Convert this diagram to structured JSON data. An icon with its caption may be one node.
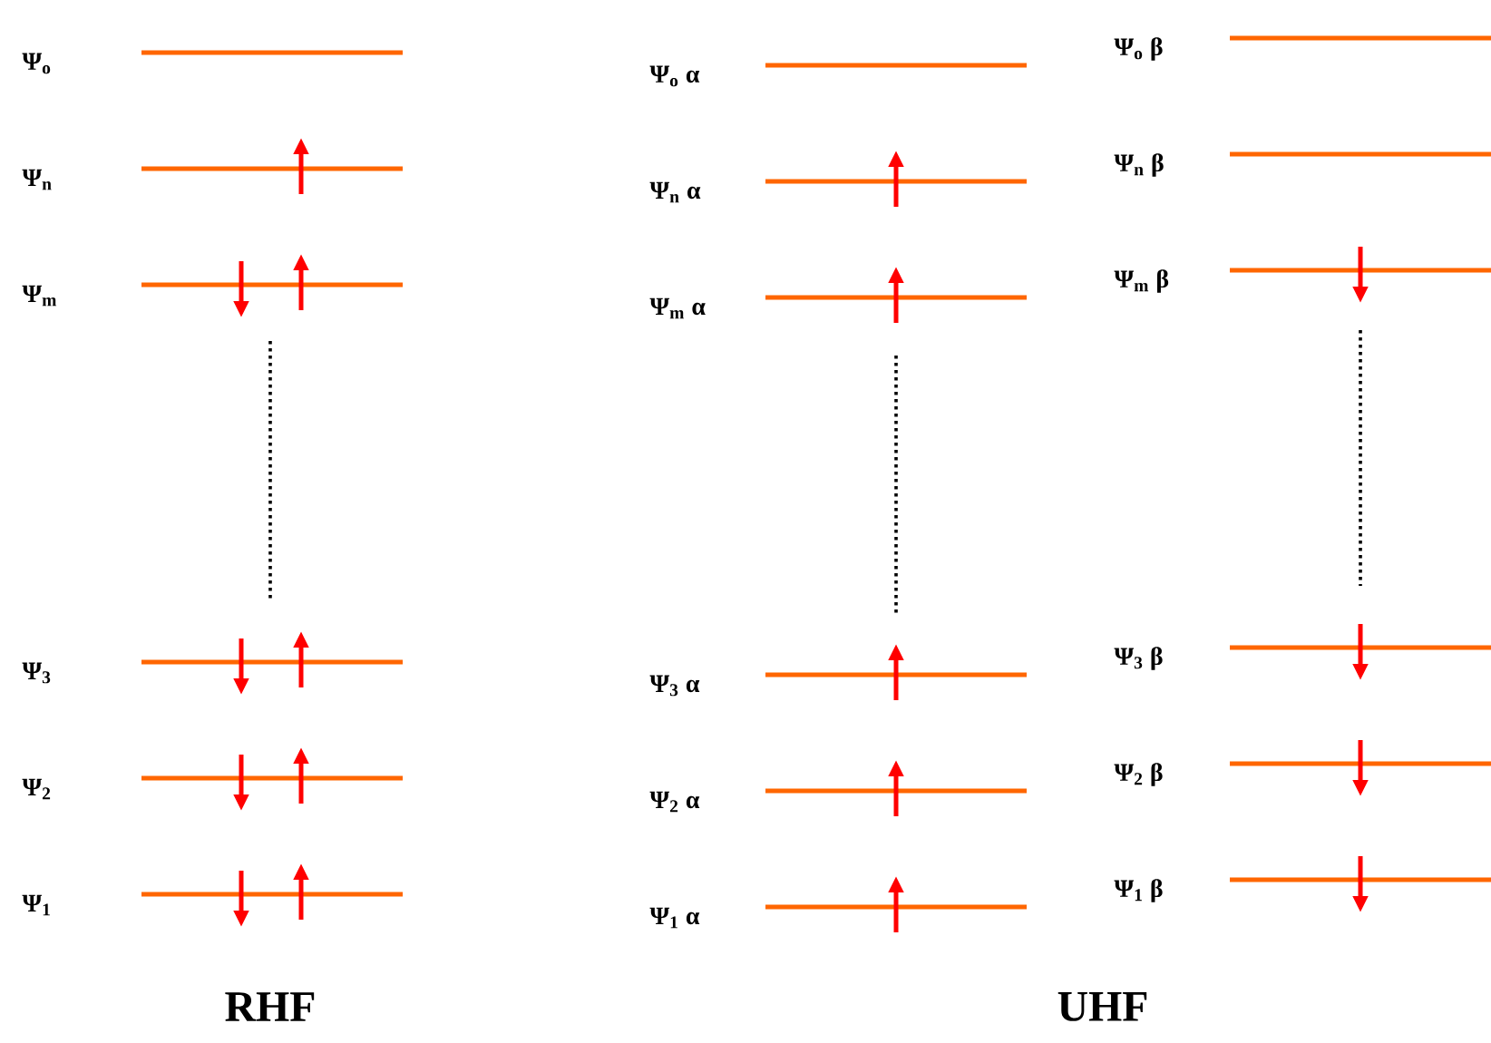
{
  "diagram": {
    "labels": [
      "Ψ$_{o}$",
      "Ψ$_{n}$",
      "Ψ$_{m}$",
      "Ψ$_{3}$",
      "Ψ$_{2}$",
      "Ψ$_{1}$",
      "Ψ$_{o}$ α",
      "Ψ$_{n}$ α",
      "Ψ$_{m}$ α",
      "Ψ$_{3}$ α",
      "Ψ$_{2}$ α",
      "Ψ$_{1}$ α",
      "Ψ$_{o}$ β",
      "Ψ$_{n}$ β",
      "Ψ$_{m}$ β",
      "Ψ$_{3}$ β",
      "Ψ$_{2}$ β",
      "Ψ$_{1}$ β",
      "RHF",
      "UHF"
    ]
  }
}
